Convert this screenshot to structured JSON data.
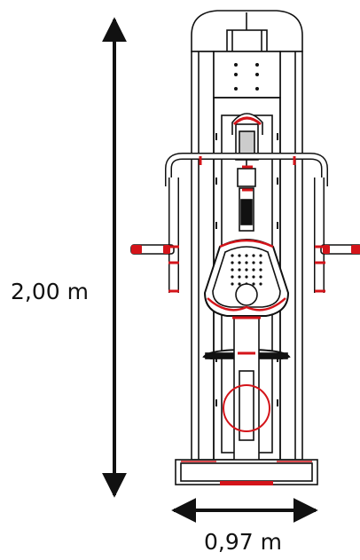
{
  "dimensions": {
    "height_label": "2,00 m",
    "width_label": "0,97 m"
  },
  "colors": {
    "outline": "#111111",
    "accent": "#d4141a",
    "background": "#ffffff"
  },
  "icons": {
    "arrow": "double-headed-arrow"
  }
}
